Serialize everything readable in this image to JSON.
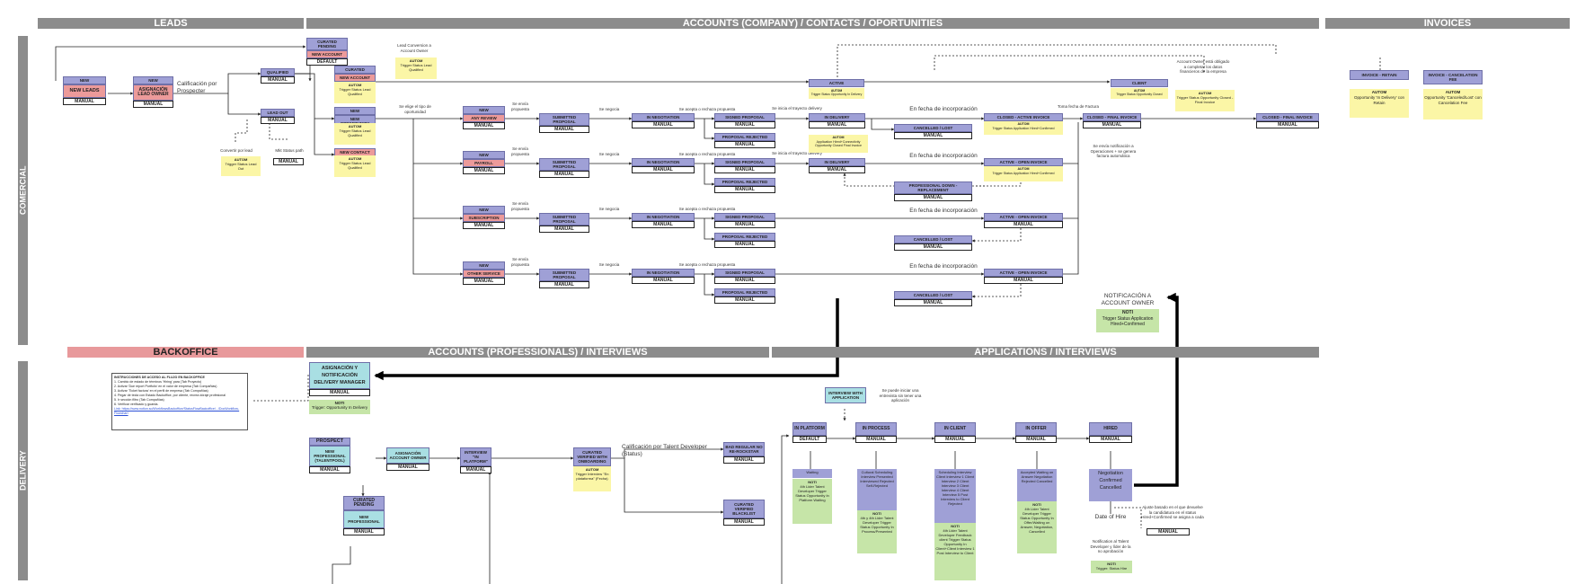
{
  "bands": {
    "leads": "LEADS",
    "accounts_company": "ACCOUNTS (COMPANY) / CONTACTS / OPORTUNITIES",
    "invoices": "INVOICES",
    "backoffice": "BACKOFFICE",
    "accounts_prof": "ACCOUNTS (PROFESSIONALS) / INTERVIEWS",
    "applications": "APPLICATIONS / INTERVIEWS",
    "comercial": "COMERCIAL",
    "delivery": "DELIVERY"
  },
  "common": {
    "manual": "MANUAL",
    "default": "DEFAULT"
  },
  "leads": {
    "new_leads": {
      "hd": "NEW",
      "body": "NEW LEADS"
    },
    "asignacion": {
      "hd": "NEW",
      "body": "ASIGNACIÓN LEAD OWNER"
    },
    "calif_text": "Calificación por Prospecter",
    "qualified": "QUALIFIED",
    "lead_out": "LEAD OUT",
    "convert_text": "Convertir por lead",
    "notes_text": "Mkt Status path",
    "autom_lead": {
      "title": "AUTOM",
      "body": "Trigger Status Lead Out"
    }
  },
  "curated": {
    "curated_pending": "CURATED PENDING",
    "new_account": "NEW ACCOUNT",
    "default": "DEFAULT",
    "lead_conv": "Lead Conversion a Account Owner",
    "autom1": {
      "title": "AUTOM",
      "body": "Trigger Status Lead Qualified"
    },
    "curated2": "CURATED",
    "new_account2": "NEW ACCOUNT",
    "autom2": {
      "title": "AUTOM",
      "body": "Trigger Status Lead Qualified"
    },
    "new_opp_hd": "NEW",
    "new_opp": "NEW OPPORTUNITY",
    "autom3": {
      "title": "AUTOM",
      "body": "Trigger Status Lead Qualified"
    },
    "new_contact": "NEW CONTACT",
    "autom4": {
      "title": "AUTOM",
      "body": "Trigger Status Lead Qualified"
    },
    "segun": "Se elige el tipo de oportunidad"
  },
  "opps": [
    {
      "hd": "NEW",
      "body": "ANY REVIEW"
    },
    {
      "hd": "NEW",
      "body": "PAYROLL"
    },
    {
      "hd": "NEW",
      "body": "SUBSCRIPTION"
    },
    {
      "hd": "NEW",
      "body": "OTHER SERVICE"
    }
  ],
  "stages": {
    "submitted": "SUBMITTED PROPOSAL",
    "negotiation": "IN NEGOTIATION",
    "signed": "SIGNED PROPOSAL",
    "rejected": "PROPOSAL REJECTED",
    "in_delivery": "IN DELIVERY",
    "cancelled": "CANCELLED / LOST",
    "prof_replacement": "PROFESSIONAL DOWN - REPLACEMENT",
    "active": "ACTIVE",
    "client": "CLIENT",
    "closed_active": "CLOSED - ACTIVE INVOICE",
    "active_open": "ACTIVE - OPEN INVOICE",
    "closed_final": "CLOSED - FINAL INVOICE"
  },
  "edge_texts": {
    "se_envia": "Se envía propuesta",
    "se_negocia": "Se negocia",
    "se_acepta": "Se acepta o rechaza propuesta",
    "se_inicia": "Se inicia el trayecto delivery",
    "fecha": "En fecha de incorporación",
    "toma_fecha": "Toma fecha de Factura",
    "notif_ops": "Se envía notificación a Operaciones + se genera factura automática",
    "account_owner": "Account Owner está obligado a completar los datos financieros de la empresa"
  },
  "autom_notes": {
    "active": {
      "title": "AUTOM",
      "body": "Trigger Status Opportunity In Delivery"
    },
    "client": {
      "title": "AUTOM",
      "body": "Trigger Status Opportunity Closed"
    },
    "in_delivery": {
      "title": "AUTOM",
      "body": "Application Hired+Connectivity Opportunity Closed Final Invoice"
    },
    "closed_active": {
      "title": "AUTOM",
      "body": "Trigger Status Application Hired+Confirmed"
    },
    "active_open": {
      "title": "AUTOM",
      "body": "Trigger Status Application Hired+Confirmed"
    },
    "trigger_final": {
      "title": "AUTOM",
      "body": "Trigger Status Opportunity Closed - Final Invoice"
    }
  },
  "invoices": {
    "retain": {
      "hd": "INVOICE - RETAIN",
      "title": "AUTOM",
      "body": "Opportunity 'In Delivery' con Retain"
    },
    "cancel": {
      "hd": "INVOICE - CANCELATION FEE",
      "title": "AUTOM",
      "body": "Opportunity 'Canceled/Lost' con Cancelation Fee"
    },
    "notif": {
      "text": "NOTIFICACIÓN A ACCOUNT OWNER",
      "title": "NOTI",
      "body": "Trigger Status Application Hired+Confirmed"
    }
  },
  "backoffice": {
    "asignacion": "ASIGNACIÓN Y NOTIFICACIÓN DELIVERY MANAGER",
    "noti": {
      "title": "NOTI",
      "body": "Trigger: Opportunity In Delivery"
    },
    "instr_title": "INSTRUCCIONES DE ACCESO AL FLUJO EN BACKOFFICE",
    "instr_lines": [
      "1. Cambio de estado de términos 'Hiring' para (Tab Proyecto)",
      "2. Activar 'Due report Portfolio' en el valor de empresa (Tab Compañías)",
      "3. Activar 'Ticket factura' en el perfil de empresa (Tab Compañías)",
      "4. Pegar de tecla con Estado Backoffice, por cliente, recrea dóraje profesional",
      "5. Ir sección filtro (Tab Compañías)",
      "6. Verificar verificado y guarda."
    ],
    "instr_link": "Link: https://www.notion.so/WorkflowsBackoffice/StatusFlowBackoffice/.../DocWorkflow-Flowchart"
  },
  "prof": {
    "prospect": "PROSPECT",
    "new_prof": "NEW PROFESSIONAL (TALENTPOOL)",
    "asignacion": "ASIGNACIÓN ACCOUNT OWNER",
    "interview": "INTERVIEW \"IN PLATFORM\"",
    "curated_verified": "CURATED VERIFIED WITH ONBOARDING",
    "autom": {
      "title": "AUTOM",
      "body": "Trigger Interview \"En plataforma\" (Fecha)"
    },
    "calif": "Calificación por Talent Developer (Status)",
    "bad_regular": "BAD REGULAR NO RE-ROCKSTAR",
    "curated_blacklist": "CURATED VERIFIED BLACKLIST",
    "curated_pending": "CURATED PENDING",
    "new_prof2": "NEW PROFESSIONAL"
  },
  "apps": {
    "interview_app": "INTERVIEW WITH APPLICATION",
    "se_puede": "Se puede iniciar una entrevista sin tener una aplicación",
    "in_platform": "IN PLATFORM",
    "in_process": "IN PROCESS",
    "in_client": "IN CLIENT",
    "in_offer": "IN OFFER",
    "hired": "HIRED",
    "waiting": "Waiting",
    "note1": {
      "title": "NOTI",
      "body": "4th Lider Talent Developer Trigger Status Opportunity In Platform Waiting"
    },
    "proc_list": "Cultural Scheduling Interview Presented Interviewed Rejected Self-Rejected",
    "note2": {
      "title": "NOTI",
      "body": "4th y 4th Lider Talent Developer Trigger Status Opportunity In Process/Presented"
    },
    "client_list": "Scheduling Interview Client Interview 1 Client Interview 2 Client Interview 3 Client Interview 4 Client Interview 5 Post Interview to Client Rejected",
    "note3": {
      "title": "NOTI",
      "body": "4th Lider Talent Developer Feedback client Trigger Status Opportunity In Client+Client Interview 1 Post Interview to Client"
    },
    "offer_list": "Accepted Waiting on Answer Negotiation Rejected Cancelled",
    "note4": {
      "title": "NOTI",
      "body": "4th Lider Talent Developer Trigger Status Opportunity In Offer/Waiting on Answer, Negotiation, Cancelled"
    },
    "hired_list": "Negotiation Confirmed Cancelled",
    "date_hire": "Date of Hire",
    "selection": "Notification al Talent Developer y líder de la no aprobación",
    "note5": {
      "title": "NOTI",
      "body": "Trigger: Status Hire"
    },
    "ajuste": "Ajuste basado en el que devuelve la candidatura en el status Hired+Confirmed se asigna a cada"
  }
}
